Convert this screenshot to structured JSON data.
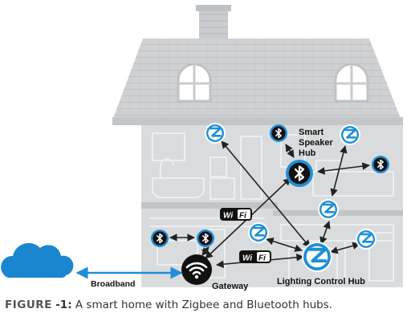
{
  "figure": {
    "caption_prefix": "FIGURE",
    "caption_number": "-1:",
    "caption_text": " A smart home with Zigbee and Bluetooth hubs."
  },
  "labels": {
    "smart_speaker_hub": [
      "Smart",
      "Speaker",
      "Hub"
    ],
    "gateway": "Gateway",
    "lighting_control_hub": "Lighting Control Hub",
    "broadband": "Broadband",
    "wifi_badge_1": "Wi Fi",
    "wifi_badge_2": "Wi Fi"
  },
  "nodes": [
    {
      "id": "z1",
      "type": "zigbee-icon"
    },
    {
      "id": "bt1",
      "type": "bluetooth-icon"
    },
    {
      "id": "z2",
      "type": "zigbee-icon"
    },
    {
      "id": "bt-hub",
      "type": "bluetooth-icon"
    },
    {
      "id": "bt2",
      "type": "bluetooth-icon"
    },
    {
      "id": "z3",
      "type": "zigbee-icon"
    },
    {
      "id": "z4",
      "type": "zigbee-icon"
    },
    {
      "id": "z5",
      "type": "zigbee-icon"
    },
    {
      "id": "bt3",
      "type": "bluetooth-icon"
    },
    {
      "id": "bt4",
      "type": "bluetooth-icon"
    },
    {
      "id": "z-hub",
      "type": "zigbee-icon"
    },
    {
      "id": "gateway",
      "type": "wifi-router-icon"
    }
  ],
  "colors": {
    "house": "#d4d6d8",
    "house_dark": "#b9bcbf",
    "icon_blue": "#1e8fd6",
    "cloud": "#1a86cf",
    "arrow": "#222222",
    "broadband_arrow": "#1e8fd6"
  }
}
